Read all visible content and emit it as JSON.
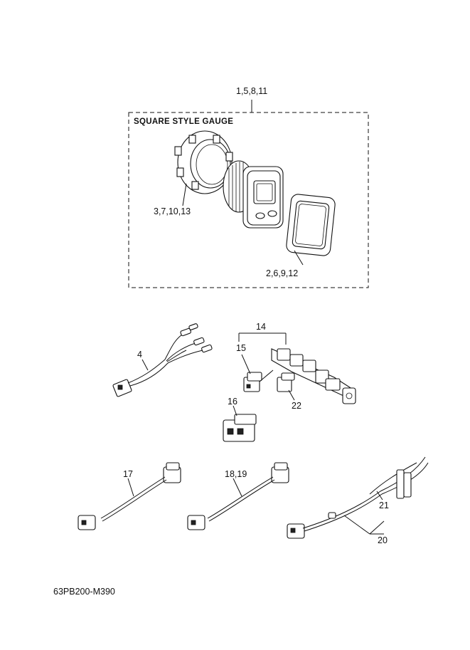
{
  "group_title": "SQUARE STYLE GAUGE",
  "callouts": {
    "gauge_assembly": "1,5,8,11",
    "ring_nut": "3,7,10,13",
    "gasket": "2,6,9,12",
    "harness_4": "4",
    "connector_block": "14",
    "coupler_15": "15",
    "coupler_16": "16",
    "cap_22": "22",
    "cable_17": "17",
    "cable_18_19": "18,19",
    "item_21": "21",
    "harness_20": "20"
  },
  "diagram_code": "63PB200-M390"
}
